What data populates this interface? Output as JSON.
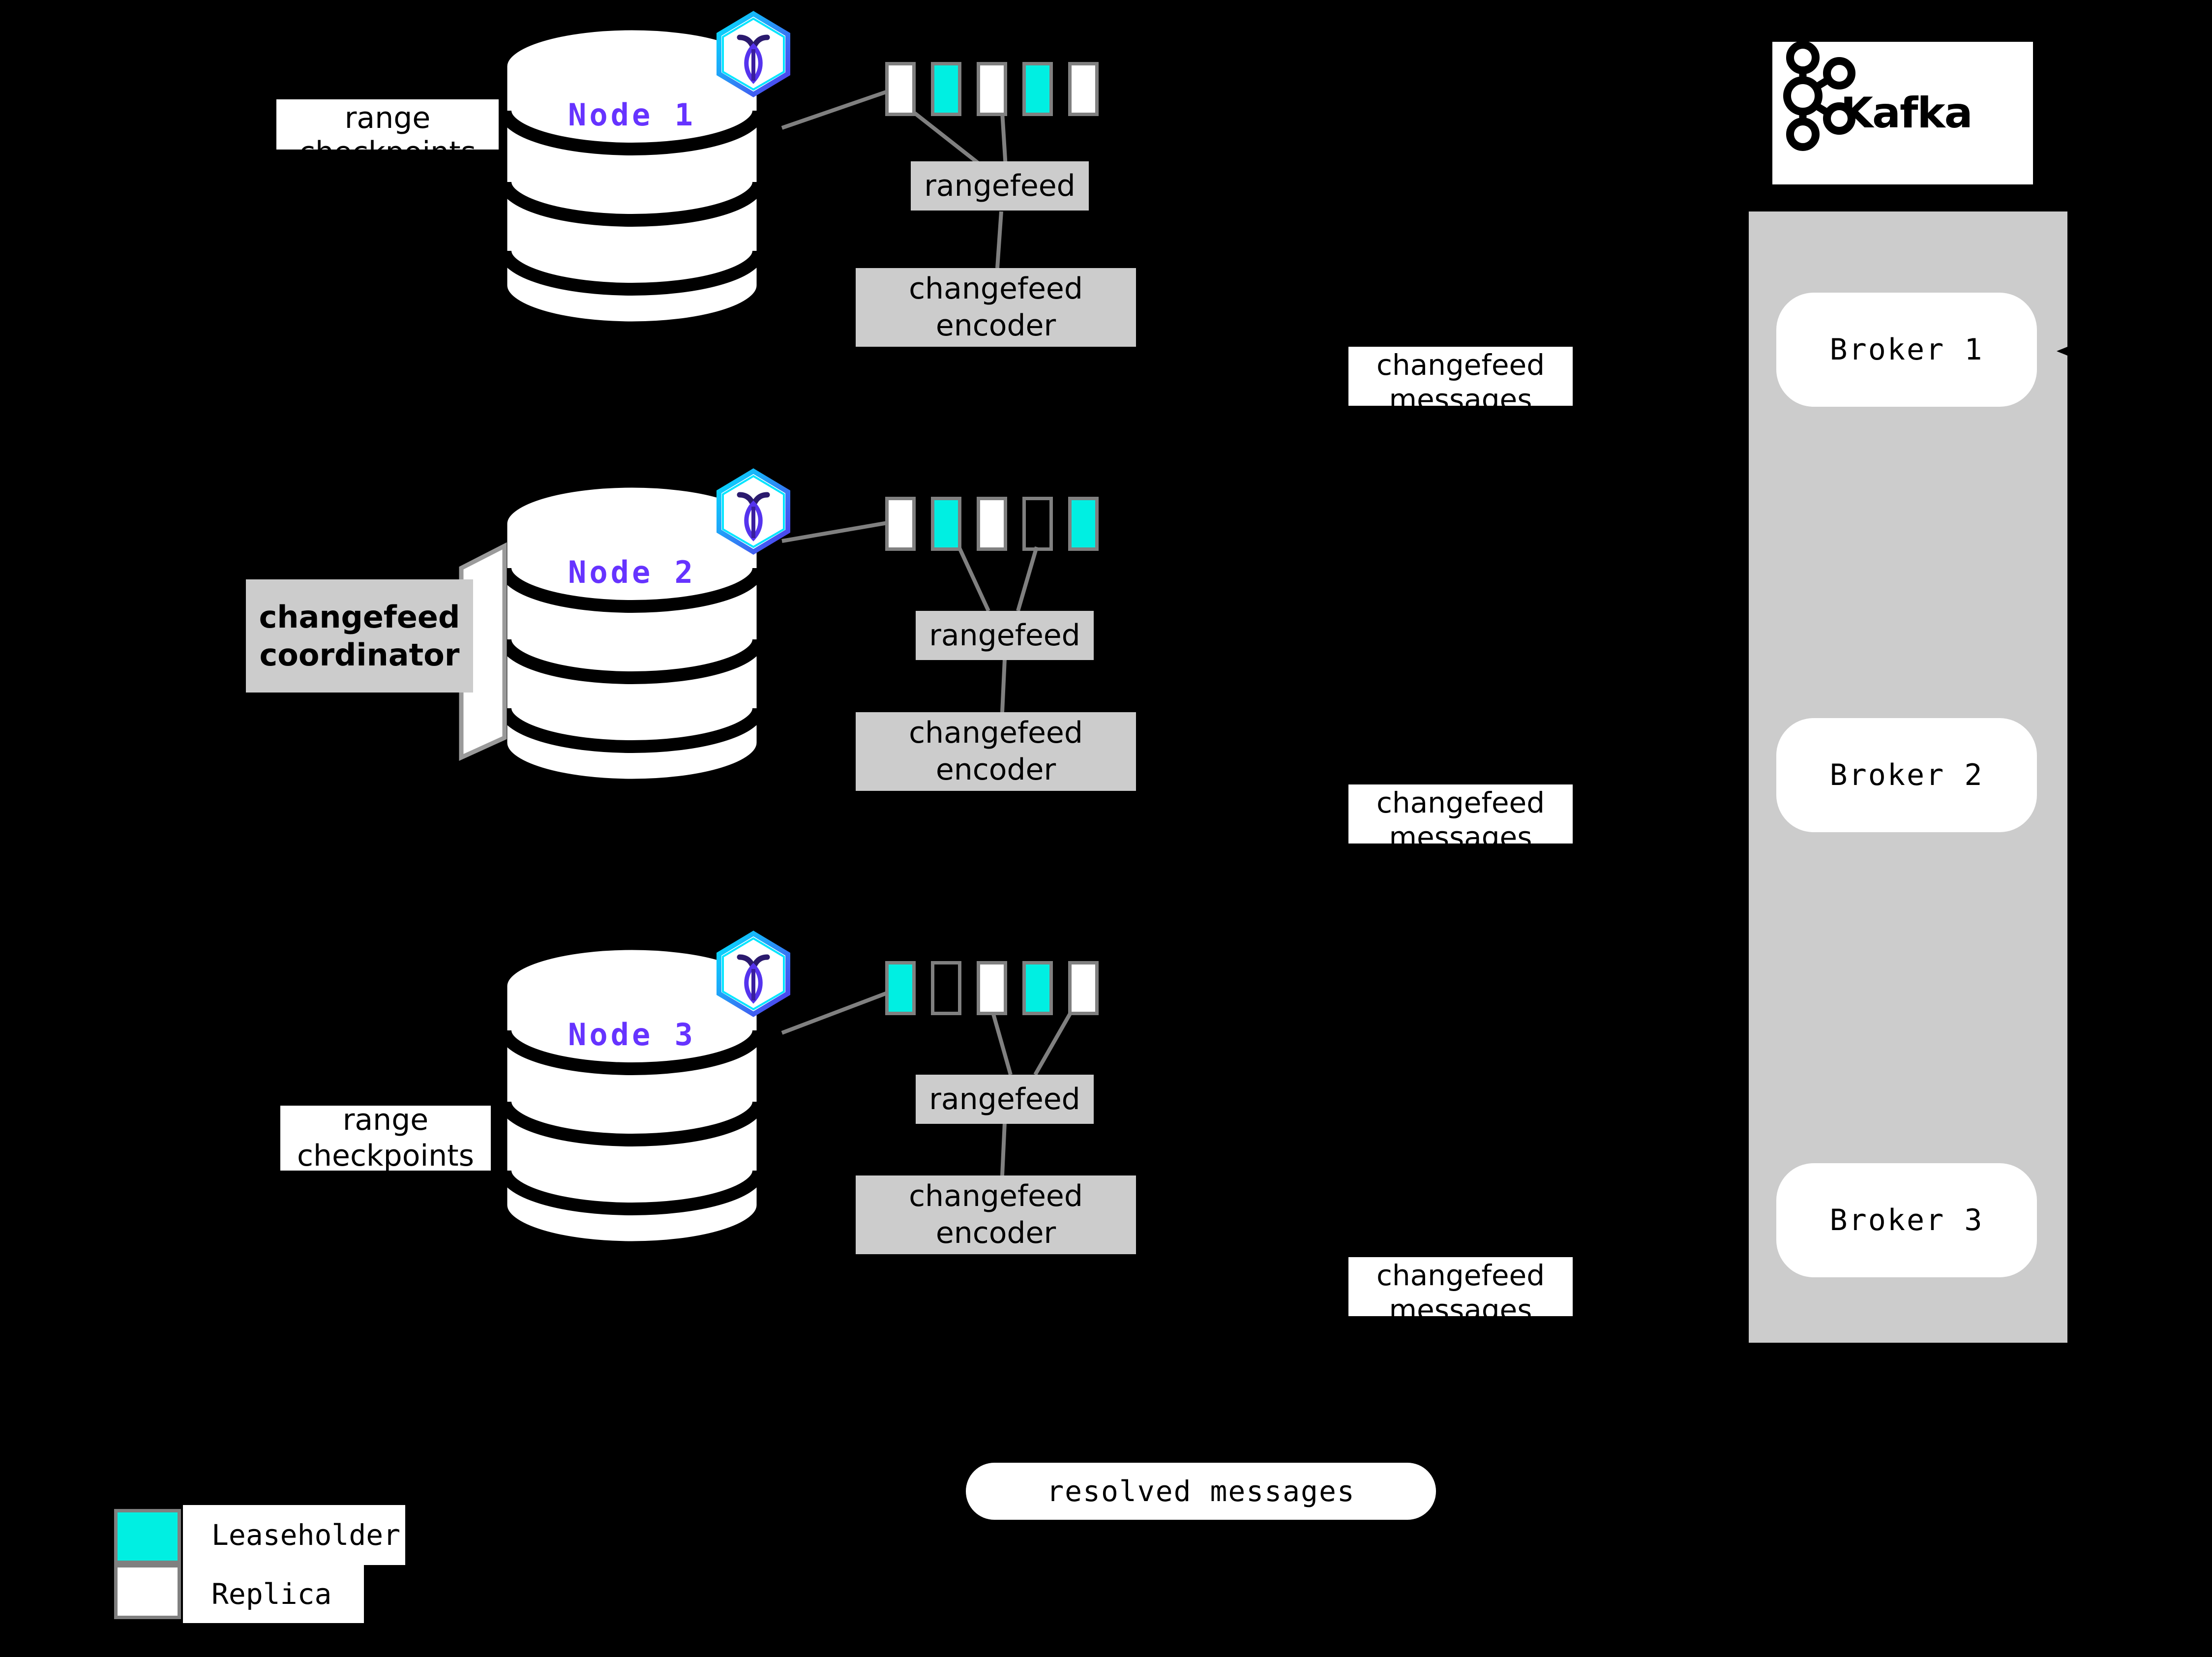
{
  "background_color": "#000000",
  "palette": {
    "leaseholder": "#00EFE2",
    "replica": "#FFFFFF",
    "replica_border": "#808080",
    "process_box": "#CCCCCC",
    "node_label": "#6633FF",
    "connector": "#808080",
    "kafka_panel": "#CCCCCC"
  },
  "nodes": [
    {
      "label": "Node 1",
      "logo": "cockroachdb-hex-logo",
      "side_label": "range\ncheckpoints",
      "side_label_line1": "range",
      "side_label_line2": "checkpoints",
      "replicas": [
        "replica",
        "leaseholder",
        "replica",
        "leaseholder",
        "replica"
      ],
      "rangefeed_label": "rangefeed",
      "encoder_label": "changefeed\nencoder",
      "encoder_line1": "changefeed",
      "encoder_line2": "encoder"
    },
    {
      "label": "Node 2",
      "logo": "cockroachdb-hex-logo",
      "side_label": "changefeed\ncoordinator",
      "side_label_line1": "changefeed",
      "side_label_line2": "coordinator",
      "replicas": [
        "replica",
        "leaseholder",
        "replica",
        "empty",
        "leaseholder"
      ],
      "rangefeed_label": "rangefeed",
      "encoder_label": "changefeed\nencoder",
      "encoder_line1": "changefeed",
      "encoder_line2": "encoder"
    },
    {
      "label": "Node 3",
      "logo": "cockroachdb-hex-logo",
      "side_label": "range\ncheckpoints",
      "side_label_line1": "range",
      "side_label_line2": "checkpoints",
      "replicas": [
        "leaseholder",
        "empty",
        "replica",
        "leaseholder",
        "replica"
      ],
      "rangefeed_label": "rangefeed",
      "encoder_label": "changefeed\nencoder",
      "encoder_line1": "changefeed",
      "encoder_line2": "encoder"
    }
  ],
  "messages": [
    {
      "line1": "changefeed",
      "line2": "messages"
    },
    {
      "line1": "changefeed",
      "line2": "messages"
    },
    {
      "line1": "changefeed",
      "line2": "messages"
    }
  ],
  "kafka": {
    "logo_text": "Kafka",
    "logo_icon": "kafka-node-graph-icon",
    "brokers": [
      "Broker 1",
      "Broker 2",
      "Broker 3"
    ]
  },
  "resolved": {
    "label": "resolved messages"
  },
  "legend": {
    "items": [
      {
        "swatch": "leaseholder",
        "label": "Leaseholder"
      },
      {
        "swatch": "replica",
        "label": "Replica"
      }
    ]
  }
}
